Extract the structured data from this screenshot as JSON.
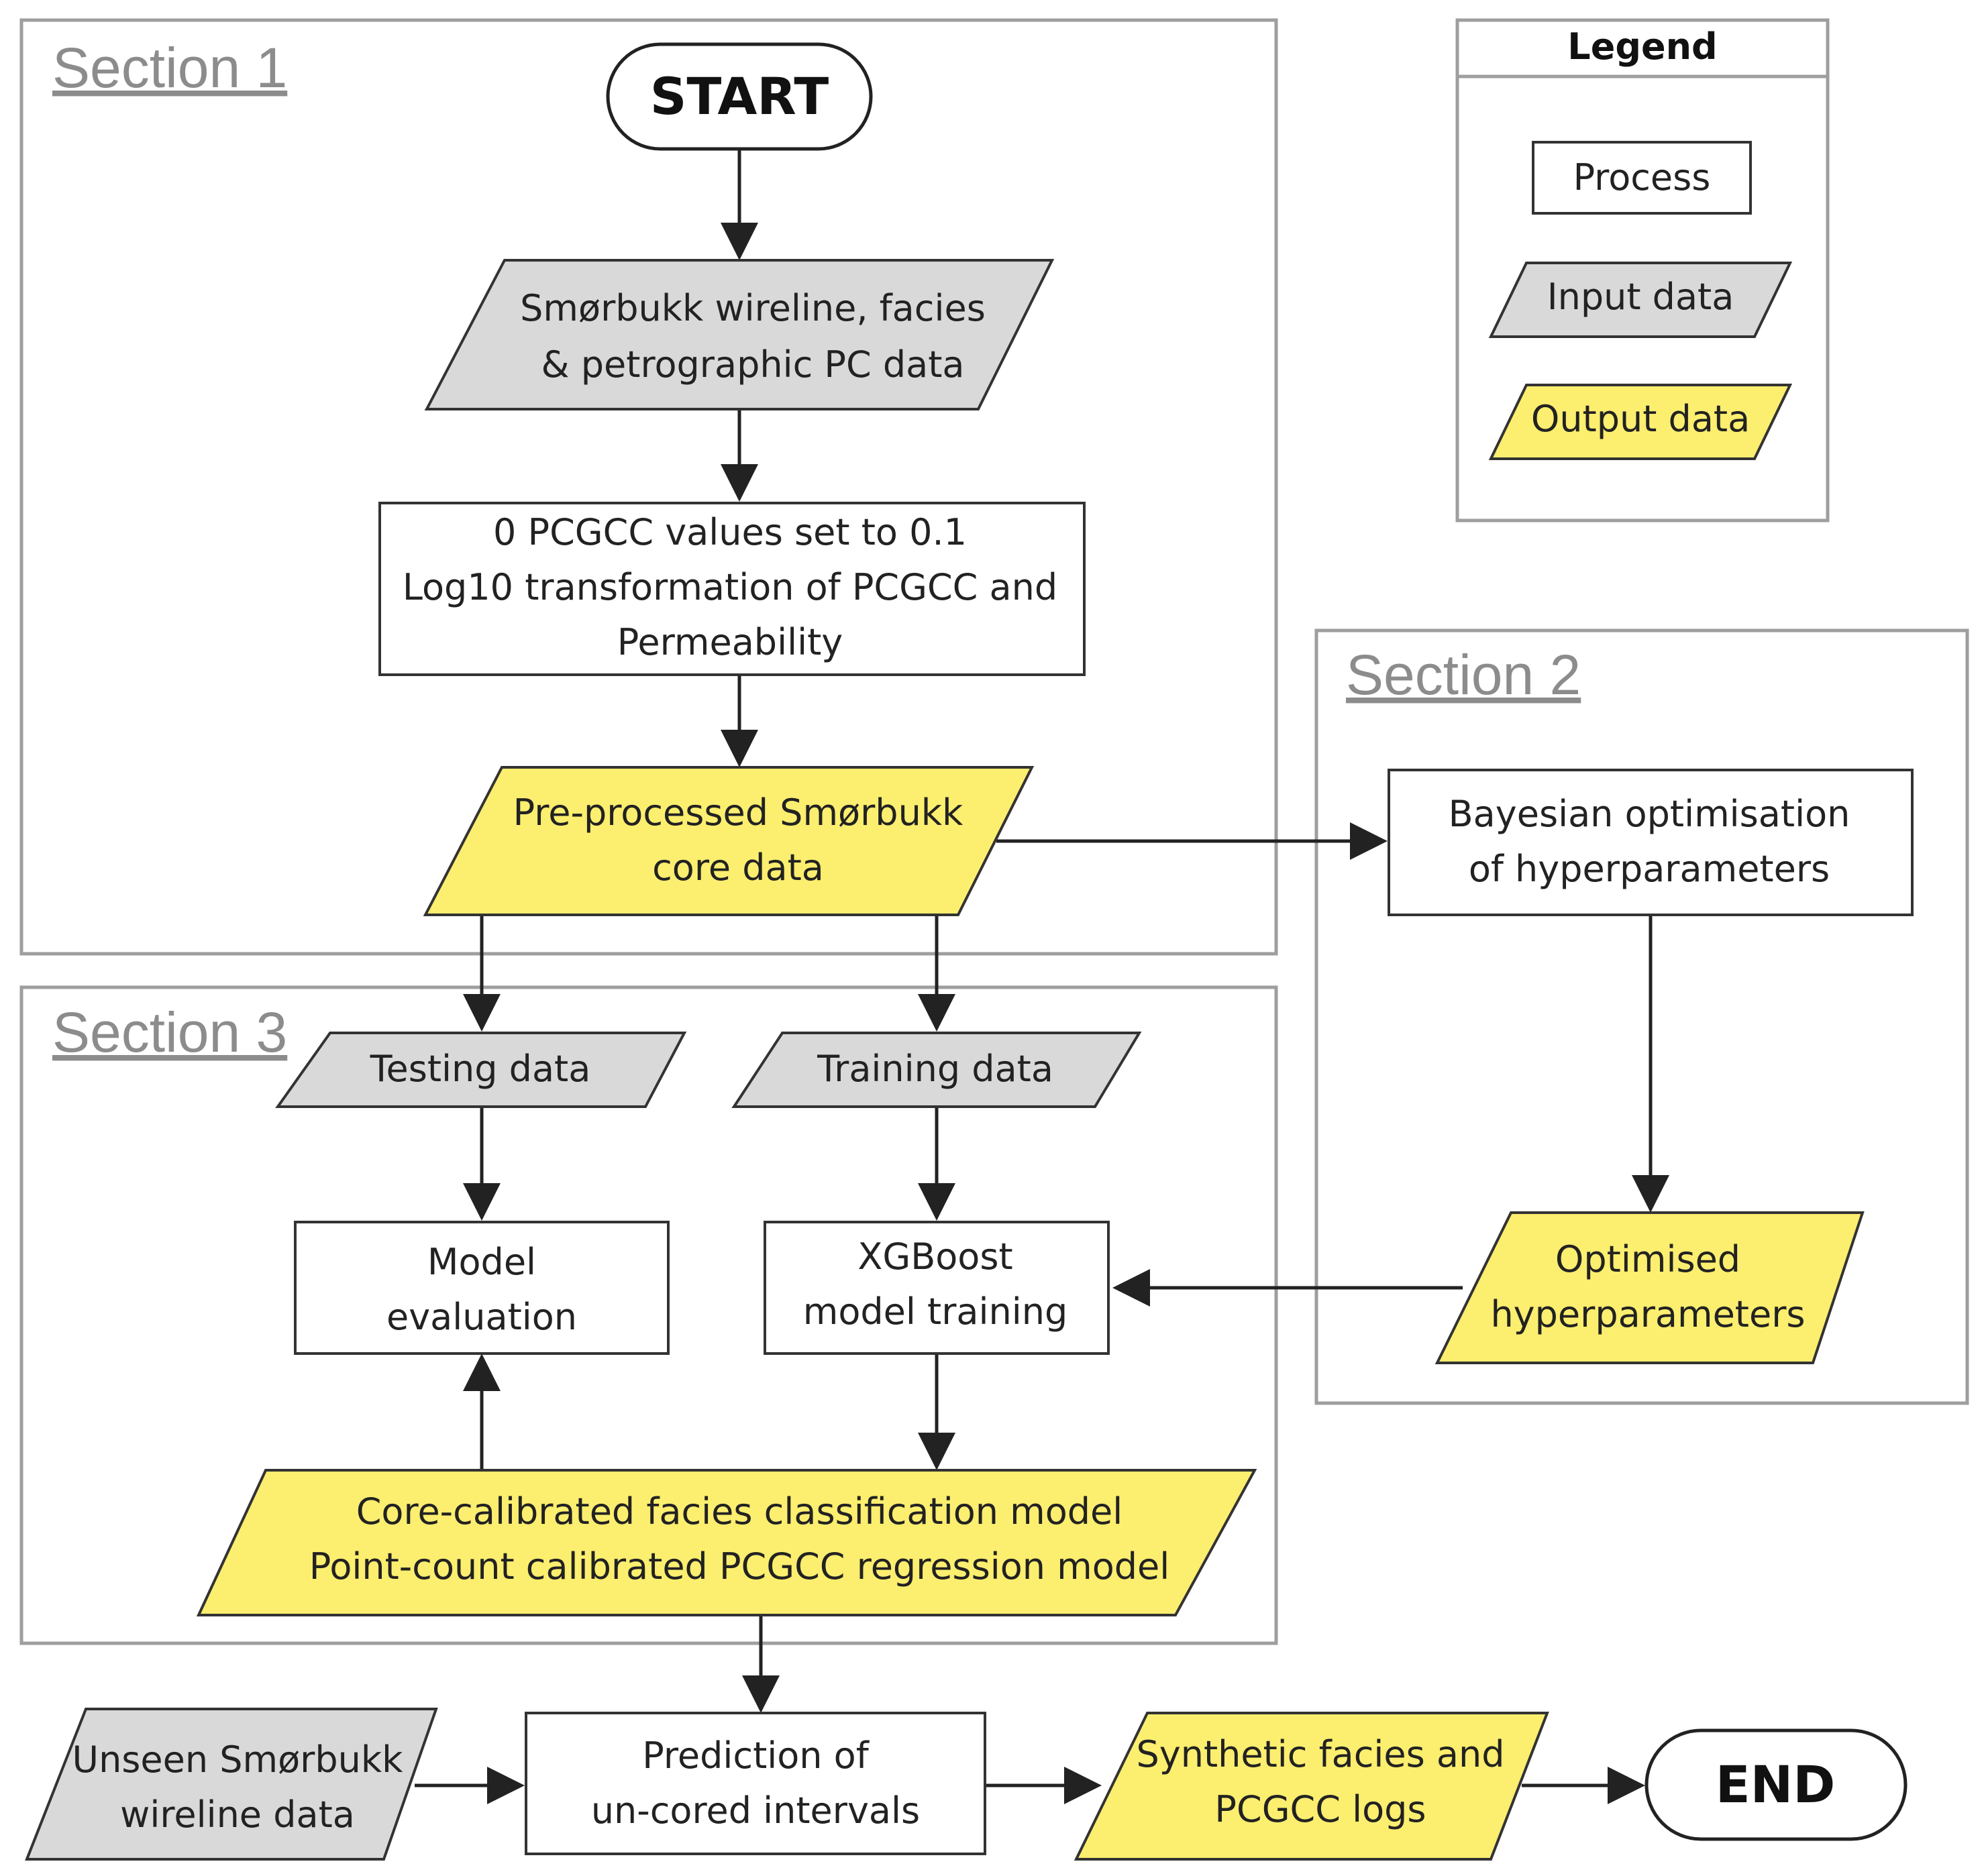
{
  "colors": {
    "process_fill": "#ffffff",
    "input_fill": "#d9d9d9",
    "output_fill": "#fcee6f",
    "frame": "#9e9e9e",
    "stroke": "#333333"
  },
  "sections": {
    "s1": "Section 1",
    "s2": "Section 2",
    "s3": "Section 3"
  },
  "legend": {
    "title": "Legend",
    "process": "Process",
    "input": "Input data",
    "output": "Output data"
  },
  "nodes": {
    "start": "START",
    "raw_data": [
      "Smørbukk wireline, facies",
      "& petrographic PC data"
    ],
    "preprocess": [
      "0 PCGCC values set to 0.1",
      "Log10 transformation of PCGCC and",
      "Permeability"
    ],
    "core_data": [
      "Pre-processed Smørbukk",
      "core data"
    ],
    "bayes": [
      "Bayesian optimisation",
      "of hyperparameters"
    ],
    "opt_hyper": [
      "Optimised",
      "hyperparameters"
    ],
    "testing": "Testing data",
    "training": "Training data",
    "evaluation": [
      "Model",
      "evaluation"
    ],
    "xgboost": [
      "XGBoost",
      "model training"
    ],
    "models": [
      "Core-calibrated facies classification model",
      "Point-count calibrated PCGCC regression model"
    ],
    "unseen": [
      "Unseen Smørbukk",
      "wireline data"
    ],
    "prediction": [
      "Prediction of",
      "un-cored intervals"
    ],
    "synthetic": [
      "Synthetic facies and",
      "PCGCC logs"
    ],
    "end": "END"
  }
}
